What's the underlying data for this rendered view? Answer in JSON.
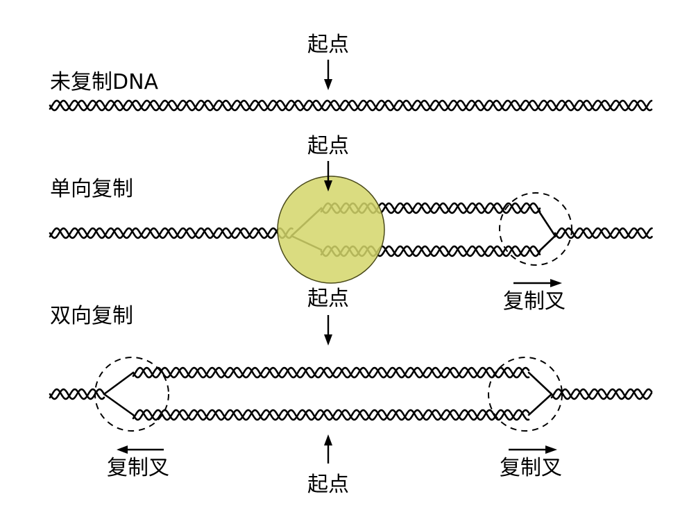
{
  "rows": {
    "unreplicated": {
      "label": "未复制DNA"
    },
    "unidirectional": {
      "label": "单向复制"
    },
    "bidirectional": {
      "label": "双向复制"
    }
  },
  "labels": {
    "origin": "起点",
    "fork": "复制叉"
  },
  "colors": {
    "strand": "#000000",
    "highlight": "#d3d66a",
    "highlight_edge": "#4a4a1a"
  }
}
